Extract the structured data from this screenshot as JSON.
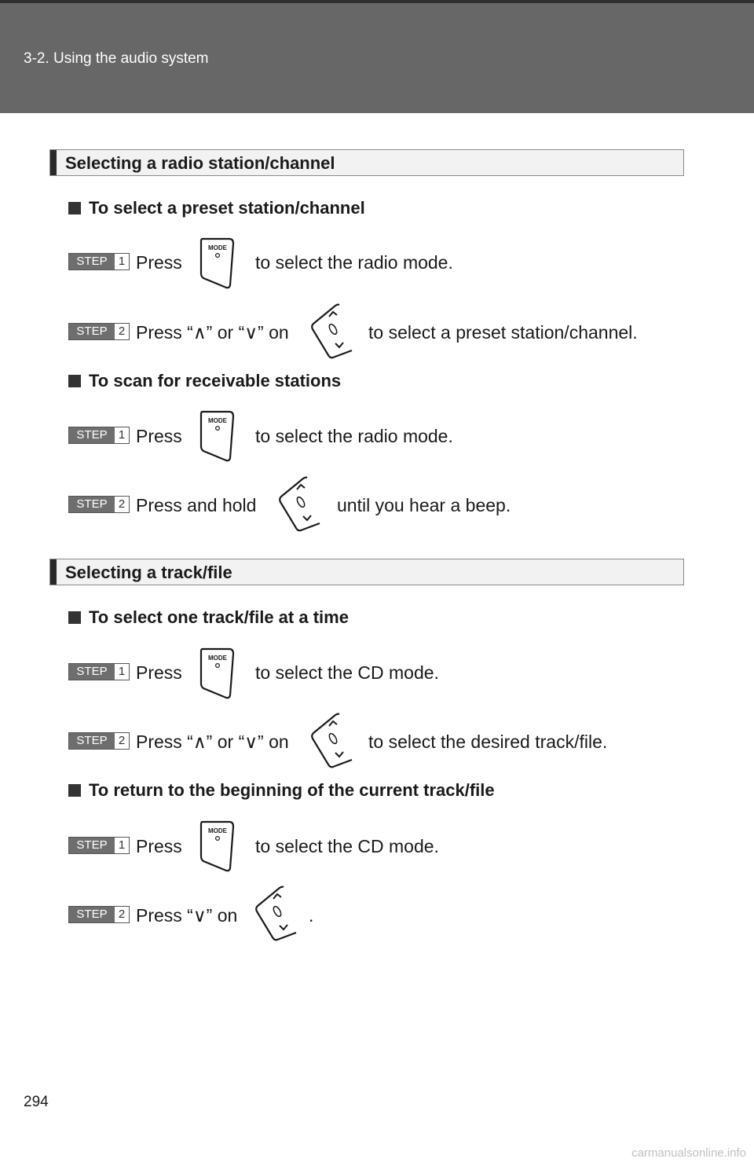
{
  "header": {
    "section": "3-2. Using the audio system"
  },
  "page_number": "294",
  "watermark": "carmanualsonline.info",
  "icons": {
    "mode_button_text": "MODE",
    "mode_button": "mode-button-icon",
    "seek_switch": "seek-switch-icon"
  },
  "sections": [
    {
      "title": "Selecting a radio station/channel",
      "subsections": [
        {
          "title": "To select a preset station/channel",
          "steps": [
            {
              "badge": "STEP",
              "num": "1",
              "before": "Press",
              "after": "to select the radio mode."
            },
            {
              "badge": "STEP",
              "num": "2",
              "before": "Press “∧” or “∨” on",
              "after": "to select a preset station/channel."
            }
          ]
        },
        {
          "title": "To scan for receivable stations",
          "steps": [
            {
              "badge": "STEP",
              "num": "1",
              "before": "Press",
              "after": "to select the radio mode."
            },
            {
              "badge": "STEP",
              "num": "2",
              "before": "Press and hold",
              "after": "until you hear a beep."
            }
          ]
        }
      ]
    },
    {
      "title": "Selecting a track/file",
      "subsections": [
        {
          "title": "To select one track/file at a time",
          "steps": [
            {
              "badge": "STEP",
              "num": "1",
              "before": "Press",
              "after": "to select the CD mode."
            },
            {
              "badge": "STEP",
              "num": "2",
              "before": "Press “∧” or “∨” on",
              "after": "to select the desired track/file."
            }
          ]
        },
        {
          "title": "To return to the beginning of the current track/file",
          "steps": [
            {
              "badge": "STEP",
              "num": "1",
              "before": "Press",
              "after": "to select the CD mode."
            },
            {
              "badge": "STEP",
              "num": "2",
              "before": "Press “∨” on",
              "after": "."
            }
          ]
        }
      ]
    }
  ]
}
